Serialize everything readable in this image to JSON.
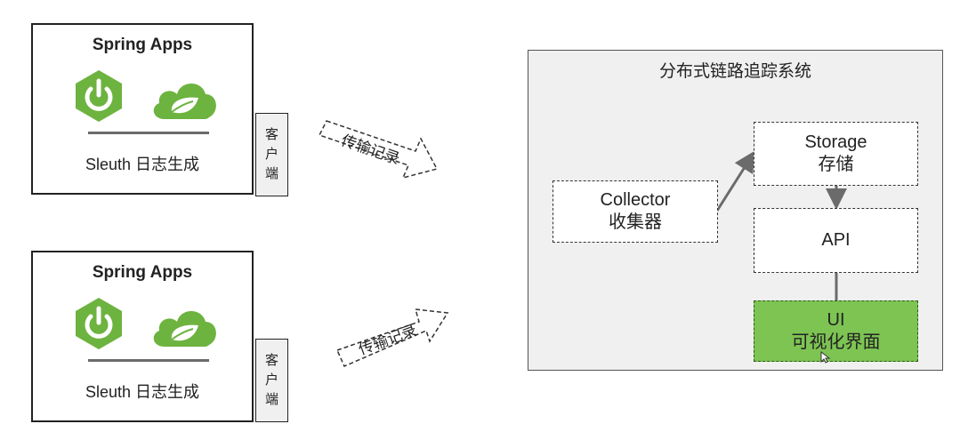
{
  "clients": [
    {
      "title": "Spring Apps",
      "caption": "Sleuth 日志生成",
      "tab": [
        "客",
        "户",
        "端"
      ],
      "arrow_label": "传输记录"
    },
    {
      "title": "Spring Apps",
      "caption": "Sleuth 日志生成",
      "tab": [
        "客",
        "户",
        "端"
      ],
      "arrow_label": "传输记录"
    }
  ],
  "system": {
    "title": "分布式链路追踪系统",
    "collector": {
      "line1": "Collector",
      "line2": "收集器"
    },
    "storage": {
      "line1": "Storage",
      "line2": "存储"
    },
    "api": {
      "line1": "API"
    },
    "ui": {
      "line1": "UI",
      "line2": "可视化界面"
    }
  },
  "colors": {
    "spring_green": "#6db33f",
    "ui_green": "#7dc453",
    "system_bg": "#f0f0f0"
  },
  "icons": [
    "spring-boot-power-icon",
    "spring-cloud-leaf-icon",
    "cursor-icon"
  ]
}
